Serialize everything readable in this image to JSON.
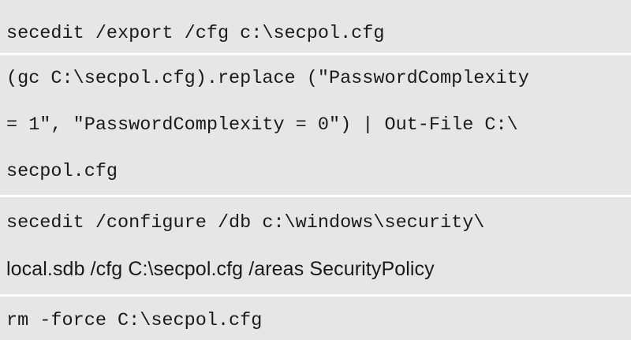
{
  "commands": [
    {
      "lines": [
        "secedit /export /cfg c:\\secpol.cfg"
      ]
    },
    {
      "lines": [
        "(gc C:\\secpol.cfg).replace (\"PasswordComplexity",
        "= 1\", \"PasswordComplexity = 0\") | Out-File C:\\",
        "secpol.cfg"
      ]
    },
    {
      "lines": [
        "secedit /configure /db c:\\windows\\security\\",
        "local.sdb /cfg C:\\secpol.cfg /areas SecurityPolicy"
      ]
    },
    {
      "lines": [
        "rm -force C:\\secpol.cfg"
      ]
    }
  ],
  "colors": {
    "row_background": "#e6e6e6",
    "separator": "#ffffff",
    "text": "#1a1a1a"
  }
}
